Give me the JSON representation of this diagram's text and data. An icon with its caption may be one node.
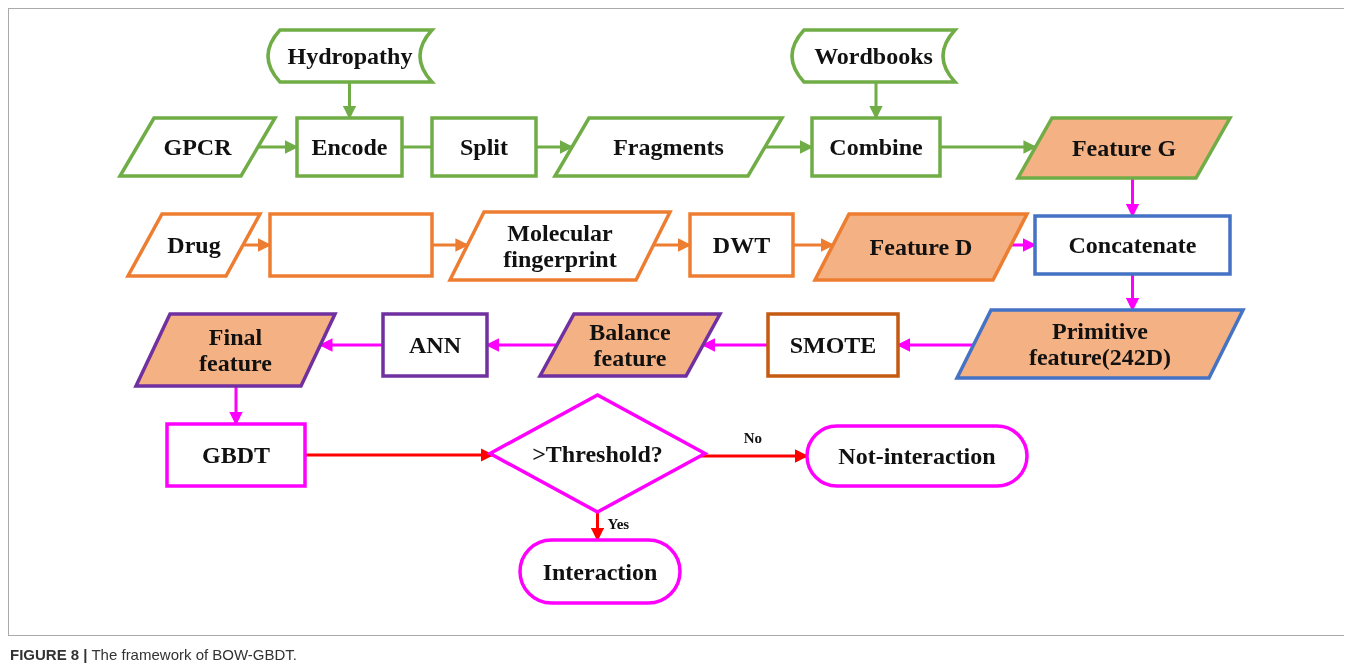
{
  "diagram": {
    "caption": "**FIGURE 8 |** The framework of BOW-GBDT.",
    "nodes": [
      {
        "text": [
          "Hydropathy"
        ]
      },
      {
        "text": [
          "Wordbooks"
        ]
      },
      {
        "text": [
          "GPCR"
        ]
      },
      {
        "text": [
          "Encode"
        ]
      },
      {
        "text": [
          "Split"
        ]
      },
      {
        "text": [
          "Fragments"
        ]
      },
      {
        "text": [
          "Combine"
        ]
      },
      {
        "text": [
          "Feature G"
        ]
      },
      {
        "text": [
          "Drug"
        ]
      },
      {
        "text": [],
        "shape": "box"
      },
      {
        "text": [
          "Molecular fingerprint"
        ]
      },
      {
        "text": [
          "DWT"
        ]
      },
      {
        "text": [
          "Feature D"
        ]
      },
      {
        "text": [
          "Concatenate"
        ]
      },
      {
        "text": [
          "Primitive feature(242D)"
        ]
      },
      {
        "text": [
          "SMOTE"
        ]
      },
      {
        "text": [
          "Balance feature"
        ]
      },
      {
        "text": [
          "ANN"
        ]
      },
      {
        "text": [
          "Final feature"
        ]
      },
      {
        "text": [
          "GBDT"
        ]
      },
      {
        "text": [
          ">Threshold?"
        ]
      },
      {
        "text": [
          "Not-interaction"
        ]
      },
      {
        "text": [
          "Interaction"
        ]
      }
    ],
    "edges": [
      {
        "from": 0,
        "to": 3,
        "arrow": "to",
        "color": "#70ad47"
      },
      {
        "from": 1,
        "to": 6,
        "arrow": "to",
        "color": "#70ad47"
      },
      {
        "from": 2,
        "to": 3,
        "arrow": "to",
        "color": "#70ad47"
      },
      {
        "from": 3,
        "to": 4,
        "arrow": "none",
        "color": "#70ad47"
      },
      {
        "from": 4,
        "to": 5,
        "arrow": "to",
        "color": "#70ad47"
      },
      {
        "from": 5,
        "to": 6,
        "arrow": "to",
        "color": "#70ad47"
      },
      {
        "from": 6,
        "to": 7,
        "arrow": "to",
        "color": "#70ad47"
      },
      {
        "from": 8,
        "to": 9,
        "arrow": "to",
        "color": "#ed7d31"
      },
      {
        "from": 9,
        "to": 10,
        "arrow": "to",
        "color": "#ed7d31"
      },
      {
        "from": 10,
        "to": 11,
        "arrow": "to",
        "color": "#ed7d31"
      },
      {
        "from": 11,
        "to": 12,
        "arrow": "to",
        "color": "#ed7d31"
      },
      {
        "from": 7,
        "to": 13,
        "arrow": "to"
      },
      {
        "from": 12,
        "to": 13,
        "arrow": "to"
      },
      {
        "from": 13,
        "to": 14,
        "arrow": "to"
      },
      {
        "from": 14,
        "to": 15,
        "arrow": "to"
      },
      {
        "from": 15,
        "to": 16,
        "arrow": "to"
      },
      {
        "from": 16,
        "to": 17,
        "arrow": "to"
      },
      {
        "from": 17,
        "to": 18,
        "arrow": "to"
      },
      {
        "from": 18,
        "to": 19,
        "arrow": "to"
      },
      {
        "from": 19,
        "to": 20,
        "arrow": "to",
        "color": "#ff0000"
      },
      {
        "from": 20,
        "to": 21,
        "arrow": "to",
        "label": "No",
        "color": "#ff0000"
      },
      {
        "from": 20,
        "to": 22,
        "arrow": "to",
        "label": "Yes",
        "color": "#ff0000"
      }
    ]
  }
}
